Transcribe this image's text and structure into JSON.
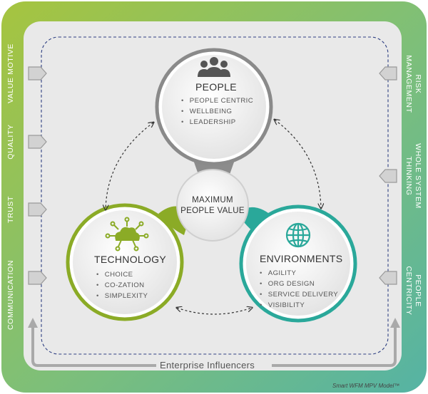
{
  "left_labels": [
    "VALUE MOTIVE",
    "QUALITY",
    "TRUST",
    "COMMUNICATION"
  ],
  "right_labels": [
    {
      "line1": "RISK",
      "line2": "MANAGEMENT"
    },
    {
      "line1": "WHOLE SYSTEM",
      "line2": "THINKING"
    },
    {
      "line1": "PEOPLE",
      "line2": "CENTRICITY"
    }
  ],
  "people": {
    "title": "PEOPLE",
    "icon": "people-group-icon",
    "items": [
      "PEOPLE CENTRIC",
      "WELLBEING",
      "LEADERSHIP"
    ],
    "color": "#8a8a8a"
  },
  "technology": {
    "title": "TECHNOLOGY",
    "icon": "cloud-network-icon",
    "items": [
      "CHOICE",
      "CO-ZATION",
      "SIMPLEXITY"
    ],
    "color": "#8bab26"
  },
  "environments": {
    "title": "ENVIRONMENTS",
    "icon": "globe-icon",
    "items": [
      "AGILITY",
      "ORG DESIGN",
      "SERVICE DELIVERY",
      "VISIBILITY"
    ],
    "color": "#2aa89a"
  },
  "center": {
    "line1": "MAXIMUM",
    "line2": "PEOPLE VALUE"
  },
  "footer": "Enterprise Influencers",
  "model_name": "Smart WFM MPV Model™"
}
